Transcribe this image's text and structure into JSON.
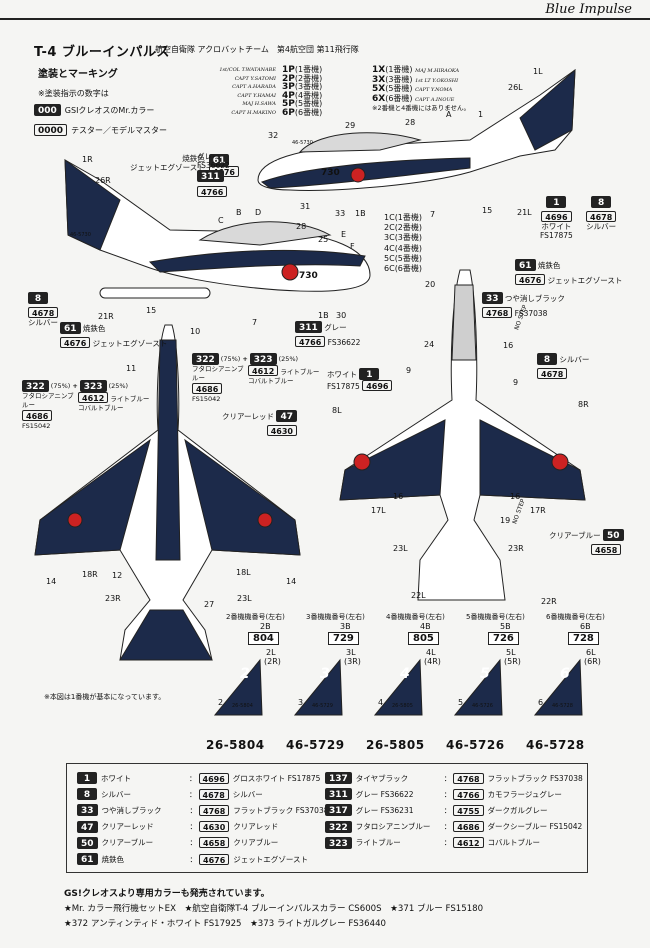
{
  "brand": "Blue Impulse",
  "title": "T-4 ブルーインパルス",
  "subtitle": "航空自衛隊 アクロバットチーム　第4航空団 第11飛行隊",
  "section": "塗装とマーキング",
  "legend_note": {
    "heading": "※塗装指示の数字は",
    "row1_code": "000",
    "row1_text": "GSIクレオスのMr.カラー",
    "row2_code": "0000",
    "row2_text": "テスター／モデルマスター"
  },
  "crew_left": [
    "1st/COL T.WATANABE",
    "CAPT Y.SATOMI",
    "CAPT A.HARADA",
    "CAPT Y.HAMAI",
    "MAJ H.SAWA",
    "CAPT H.MAKINO"
  ],
  "crew_left_nums": [
    "1P",
    "2P",
    "3P",
    "4P",
    "5P",
    "6P"
  ],
  "crew_left_tags": [
    "(1番機)",
    "(2番機)",
    "(3番機)",
    "(4番機)",
    "(5番機)",
    "(6番機)"
  ],
  "crew_right_nums": [
    "1X",
    "3X",
    "5X",
    "6X"
  ],
  "crew_right_tags": [
    "(1番機)",
    "(3番機)",
    "(5番機)",
    "(6番機)"
  ],
  "crew_right": [
    "MAJ M.HIRAOKA",
    "1st LT Y.OKOSHI",
    "CAPT Y.NOMA",
    "CAPT A.INOUE"
  ],
  "crew_right_note": "※2番機と4番機にはありません。",
  "c_list_nums": [
    "1C",
    "2C",
    "3C",
    "4C",
    "5C",
    "6C"
  ],
  "c_list_tags": [
    "(1番機)",
    "(2番機)",
    "(3番機)",
    "(4番機)",
    "(5番機)",
    "(6番機)"
  ],
  "callouts": {
    "c1": "1",
    "c26L": "26L",
    "c1L": "1L",
    "cA": "A",
    "c28": "28",
    "c29": "29",
    "c32": "32",
    "c730": "730",
    "c31": "31",
    "c1B": "1B",
    "c33": "33",
    "c15": "15",
    "c21L": "21L",
    "c7": "7",
    "c1R": "1R",
    "c26R": "26R",
    "cB": "B",
    "cD": "D",
    "cC": "C",
    "cE": "E",
    "cF": "F",
    "c28b": "28",
    "c25": "25",
    "c10": "10",
    "c11": "11",
    "c21R": "21R",
    "c15b": "15",
    "c7b": "7",
    "c30": "30",
    "c1Bb": "1B",
    "c20": "20",
    "c24": "24",
    "c9": "9",
    "c16": "16",
    "c8L": "8L",
    "c8R": "8R",
    "c17L": "17L",
    "c17R": "17R",
    "c19": "19",
    "c23L": "23L",
    "c23R": "23R",
    "c22L": "22L",
    "c22R": "22R",
    "c14": "14",
    "c18R": "18R",
    "c12": "12",
    "c18L": "18L",
    "c14b": "14",
    "c23Rb": "23R",
    "c23Lb": "23L",
    "c27": "27",
    "c16b": "16",
    "c9b": "9",
    "c16c": "16",
    "c730b": "730",
    "nostep1": "NO STEP",
    "nostep2": "NO STEP",
    "aft_code": "46-5730",
    "aft_code2": "46-5730"
  },
  "paints": {
    "p61a": {
      "code": "61",
      "fs": "4676",
      "name": "焼鉄色",
      "sub": "ジェットエグゾースト"
    },
    "p311a": {
      "code": "311",
      "fs": "4766",
      "name": "グレー",
      "sub": "FS36622"
    },
    "p1a": {
      "code": "1",
      "fs": "4696",
      "name": "ホワイト",
      "sub": "FS17875"
    },
    "p8a": {
      "code": "8",
      "fs": "4678",
      "name": "シルバー"
    },
    "p8b": {
      "code": "8",
      "fs": "4678",
      "name": "シルバー"
    },
    "p61b": {
      "code": "61",
      "fs": "4676",
      "name": "焼鉄色",
      "sub": "ジェットエグゾースト"
    },
    "p311b": {
      "code": "311",
      "fs": "4766",
      "name": "グレー",
      "sub": "FS36622"
    },
    "p322a": {
      "code1": "322",
      "pct1": "(75%)",
      "code2": "323",
      "pct2": "(25%)",
      "fs1": "4686",
      "fs2": "4612",
      "n1": "フタロシアニンブルー",
      "n1b": "FS15042",
      "n2": "ライトブルー",
      "n2b": "コバルトブルー"
    },
    "p322b": {
      "code1": "322",
      "pct1": "(75%)",
      "code2": "323",
      "pct2": "(25%)",
      "fs1": "4686",
      "fs2": "4612",
      "n1": "フタロシアニンブルー",
      "n1b": "FS15042",
      "n2": "ライトブルー",
      "n2b": "コバルトブルー"
    },
    "p61c": {
      "code": "61",
      "fs": "4676",
      "name": "焼鉄色",
      "sub": "ジェットエグゾースト"
    },
    "p33": {
      "code": "33",
      "fs": "4768",
      "name": "つや消しブラック",
      "sub": "FS37038"
    },
    "p8c": {
      "code": "8",
      "fs": "4678",
      "name": "シルバー"
    },
    "p1b": {
      "code": "1",
      "fs": "4696",
      "name": "ホワイト",
      "sub": "FS17875"
    },
    "p47": {
      "code": "47",
      "fs": "4630",
      "name": "クリアーレッド"
    },
    "p50": {
      "code": "50",
      "fs": "4658",
      "name": "クリアーブルー"
    }
  },
  "tails": [
    {
      "header": "2番機機番号(左右)",
      "box_label": "2B",
      "box": "804",
      "lr": "2L",
      "rr": "(2R)",
      "digit": "2",
      "leader": "2",
      "serial": "26-5804",
      "small": "26-5804"
    },
    {
      "header": "3番機機番号(左右)",
      "box_label": "3B",
      "box": "729",
      "lr": "3L",
      "rr": "(3R)",
      "digit": "3",
      "leader": "3",
      "serial": "46-5729",
      "small": "46-5729"
    },
    {
      "header": "4番機機番号(左右)",
      "box_label": "4B",
      "box": "805",
      "lr": "4L",
      "rr": "(4R)",
      "digit": "4",
      "leader": "4",
      "serial": "26-5805",
      "small": "26-5805"
    },
    {
      "header": "5番機機番号(左右)",
      "box_label": "5B",
      "box": "726",
      "lr": "5L",
      "rr": "(5R)",
      "digit": "5",
      "leader": "5",
      "serial": "46-5726",
      "small": "46-5726"
    },
    {
      "header": "6番機機番号(左右)",
      "box_label": "6B",
      "box": "728",
      "lr": "6L",
      "rr": "(6R)",
      "digit": "6",
      "leader": "6",
      "serial": "46-5728",
      "small": "46-5728"
    }
  ],
  "figure_note": "※本図は1番機が基本になっています。",
  "color_table": [
    {
      "code": "1",
      "name": "ホワイト",
      "fs": "4696",
      "fsname": "グロスホワイト FS17875"
    },
    {
      "code": "8",
      "name": "シルバー",
      "fs": "4678",
      "fsname": "シルバー"
    },
    {
      "code": "33",
      "name": "つや消しブラック",
      "fs": "4768",
      "fsname": "フラットブラック FS37038"
    },
    {
      "code": "47",
      "name": "クリアーレッド",
      "fs": "4630",
      "fsname": "クリアレッド"
    },
    {
      "code": "50",
      "name": "クリアーブルー",
      "fs": "4658",
      "fsname": "クリアブルー"
    },
    {
      "code": "61",
      "name": "焼鉄色",
      "fs": "4676",
      "fsname": "ジェットエグゾースト"
    },
    {
      "code": "137",
      "name": "タイヤブラック",
      "fs": "4768",
      "fsname": "フラットブラック FS37038"
    },
    {
      "code": "311",
      "name": "グレー FS36622",
      "fs": "4766",
      "fsname": "カモフラージュグレー"
    },
    {
      "code": "317",
      "name": "グレー FS36231",
      "fs": "4755",
      "fsname": "ダークガルグレー"
    },
    {
      "code": "322",
      "name": "フタロシアニンブルー",
      "fs": "4686",
      "fsname": "ダークシーブルー FS15042"
    },
    {
      "code": "323",
      "name": "ライトブルー",
      "fs": "4612",
      "fsname": "コバルトブルー"
    }
  ],
  "footer": {
    "line1": "GS!クレオスより専用カラーも発売されています。",
    "line2": "★Mr. カラー飛行機セットEX　★航空自衛隊T-4 ブルーインパルスカラー CS600S　★371 ブルー FS15180",
    "line3": "★372 アンティンティド・ホワイト FS17925　★373 ライトガルグレー FS36440"
  }
}
